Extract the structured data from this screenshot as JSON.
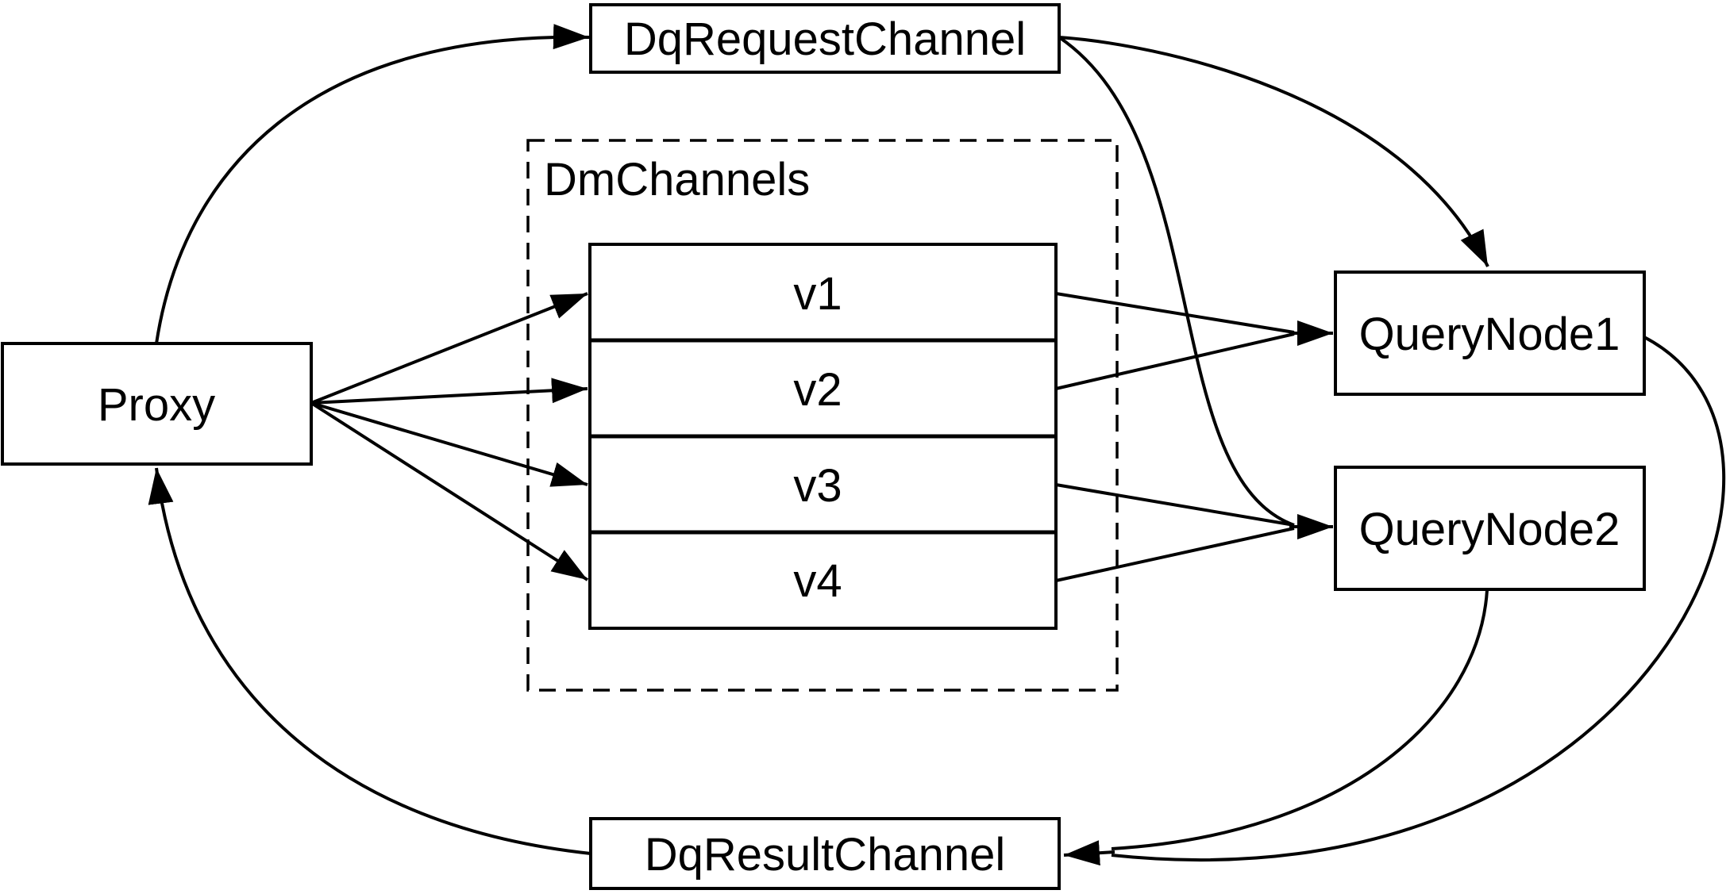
{
  "diagram": {
    "background_color": "#ffffff",
    "line_color": "#000000",
    "nodes": {
      "proxy": {
        "label": "Proxy"
      },
      "dq_request_channel": {
        "label": "DqRequestChannel"
      },
      "dm_channels": {
        "label": "DmChannels"
      },
      "channels": [
        {
          "label": "v1"
        },
        {
          "label": "v2"
        },
        {
          "label": "v3"
        },
        {
          "label": "v4"
        }
      ],
      "query_node_1": {
        "label": "QueryNode1"
      },
      "query_node_2": {
        "label": "QueryNode2"
      },
      "dq_result_channel": {
        "label": "DqResultChannel"
      }
    },
    "edges": [
      {
        "from": "Proxy",
        "to": "DqRequestChannel"
      },
      {
        "from": "DqRequestChannel",
        "to": "QueryNode1"
      },
      {
        "from": "DqRequestChannel",
        "to": "QueryNode2"
      },
      {
        "from": "Proxy",
        "to": "v1"
      },
      {
        "from": "Proxy",
        "to": "v2"
      },
      {
        "from": "Proxy",
        "to": "v3"
      },
      {
        "from": "Proxy",
        "to": "v4"
      },
      {
        "from": "v1",
        "to": "QueryNode1"
      },
      {
        "from": "v2",
        "to": "QueryNode1"
      },
      {
        "from": "v3",
        "to": "QueryNode2"
      },
      {
        "from": "v4",
        "to": "QueryNode2"
      },
      {
        "from": "QueryNode1",
        "to": "DqResultChannel"
      },
      {
        "from": "QueryNode2",
        "to": "DqResultChannel"
      },
      {
        "from": "DqResultChannel",
        "to": "Proxy"
      }
    ]
  }
}
